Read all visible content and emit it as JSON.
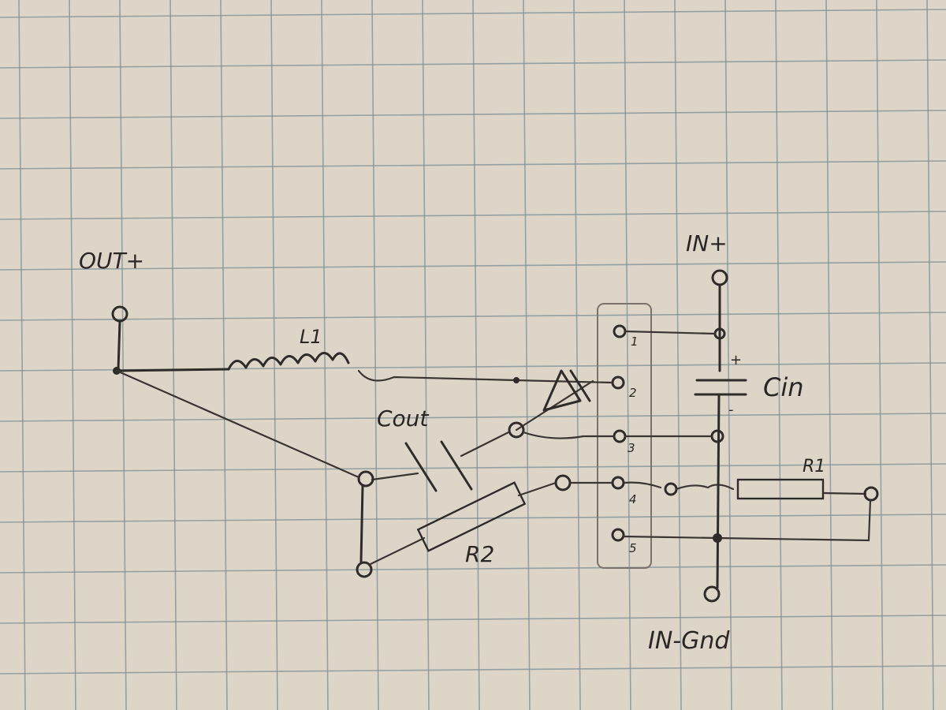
{
  "labels": {
    "out_plus": "OUT+",
    "in_plus": "IN+",
    "in_gnd": "IN-Gnd",
    "l1": "L1",
    "c_out": "Cout",
    "c_in": "Cin",
    "r1": "R1",
    "r2": "R2",
    "cin_plus": "+",
    "cin_minus": "-"
  },
  "header_pins": [
    "1",
    "2",
    "3",
    "4",
    "5"
  ],
  "colors": {
    "paper": "#ddd5c8",
    "grid": "#7d8f95",
    "ink": "#2f2b28"
  }
}
